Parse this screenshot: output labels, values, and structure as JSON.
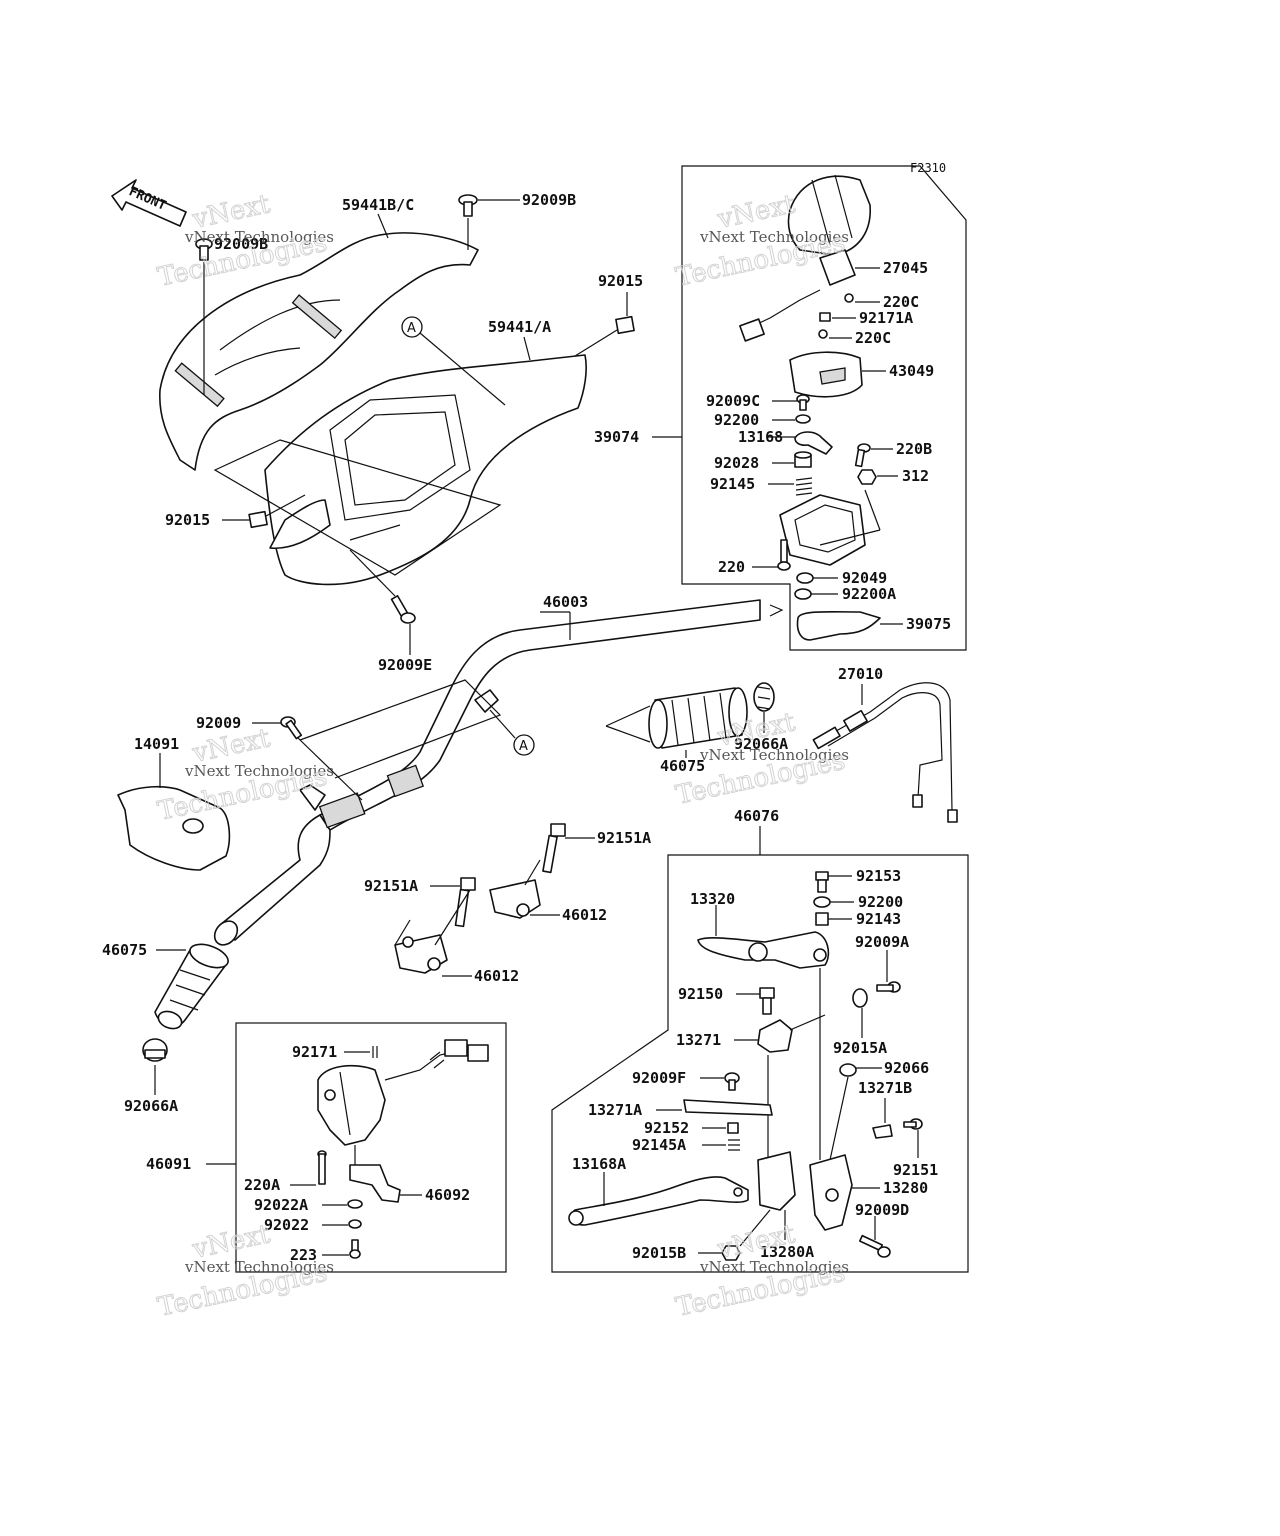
{
  "figure_code": "F2310",
  "front_label": "FRONT",
  "ref_marker": "A",
  "watermark": {
    "line1": "vNext Technologies",
    "line2": "Technologies",
    "line3": "vNext"
  },
  "labels": {
    "l59441bc": "59441B/C",
    "l92009b": "92009B",
    "l92009b_left": "92009B",
    "l92015_top": "92015",
    "l59441a": "59441/A",
    "l92015_left": "92015",
    "l92009e": "92009E",
    "l46003": "46003",
    "l92009": "92009",
    "l14091": "14091",
    "l46075_left": "46075",
    "l92066a_left": "92066A",
    "l92151a_top": "92151A",
    "l92151a_left": "92151A",
    "l46012_right": "46012",
    "l46012_low": "46012",
    "l46075_grip": "46075",
    "l92066a_grip": "92066A",
    "l27010": "27010",
    "l27045": "27045",
    "l220c_1": "220C",
    "l92171a": "92171A",
    "l220c_2": "220C",
    "l43049": "43049",
    "l92009c": "92009C",
    "l92200_top": "92200",
    "l39074": "39074",
    "l13168": "13168",
    "l220b": "220B",
    "l92028": "92028",
    "l312": "312",
    "l92145": "92145",
    "l220": "220",
    "l92049": "92049",
    "l92200a": "92200A",
    "l39075": "39075",
    "l46076": "46076",
    "l92153": "92153",
    "l92200_r": "92200",
    "l13320": "13320",
    "l92143": "92143",
    "l92009a": "92009A",
    "l92150": "92150",
    "l13271": "13271",
    "l92015a": "92015A",
    "l92066": "92066",
    "l92009f": "92009F",
    "l13271b": "13271B",
    "l13271a": "13271A",
    "l92152": "92152",
    "l92145a": "92145A",
    "l92151": "92151",
    "l13168a": "13168A",
    "l13280": "13280",
    "l92009d": "92009D",
    "l92015b": "92015B",
    "l13280a": "13280A",
    "l92171": "92171",
    "l46091": "46091",
    "l220a": "220A",
    "l92022a": "92022A",
    "l46092": "46092",
    "l92022": "92022",
    "l223": "223"
  }
}
